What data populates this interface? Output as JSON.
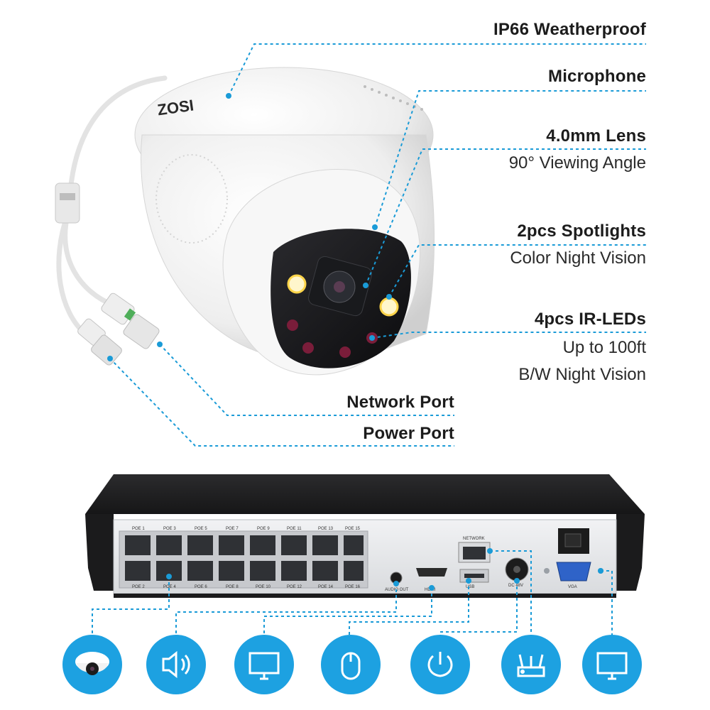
{
  "brand": "ZOSI",
  "colors": {
    "accent": "#1da1e1",
    "leader": "#1a9bd7",
    "nvr_body": "#1b1b1c",
    "nvr_panel": "#e9eaec",
    "camera_white": "#f4f4f4",
    "spotlight": "#ffd54a",
    "ir_led": "#7a1d3a"
  },
  "camera_callouts": {
    "weatherproof": "IP66 Weatherproof",
    "microphone": "Microphone",
    "lens": "4.0mm Lens",
    "lens_detail": "90° Viewing Angle",
    "spotlights": "2pcs Spotlights",
    "spotlights_detail": "Color Night Vision",
    "ir_leds": "4pcs IR-LEDs",
    "ir_range": "Up to 100ft",
    "ir_detail": "B/W Night Vision",
    "network_port": "Network Port",
    "power_port": "Power Port"
  },
  "nvr": {
    "poe_top": [
      "POE 1",
      "POE 3",
      "POE 5",
      "POE 7",
      "POE 9",
      "POE 11",
      "POE 13",
      "POE 15"
    ],
    "poe_bottom": [
      "POE 2",
      "POE 4",
      "POE 6",
      "POE 8",
      "POE 10",
      "POE 12",
      "POE 14",
      "POE 16"
    ],
    "audio_out": "AUDIO OUT",
    "hdmi": "HDMI",
    "network": "NETWORK",
    "usb": "USB",
    "dc": "DC 48V",
    "vga": "VGA"
  },
  "connection_icons": [
    "camera-icon",
    "speaker-icon",
    "monitor-icon",
    "mouse-icon",
    "power-icon",
    "router-icon",
    "monitor-icon"
  ]
}
